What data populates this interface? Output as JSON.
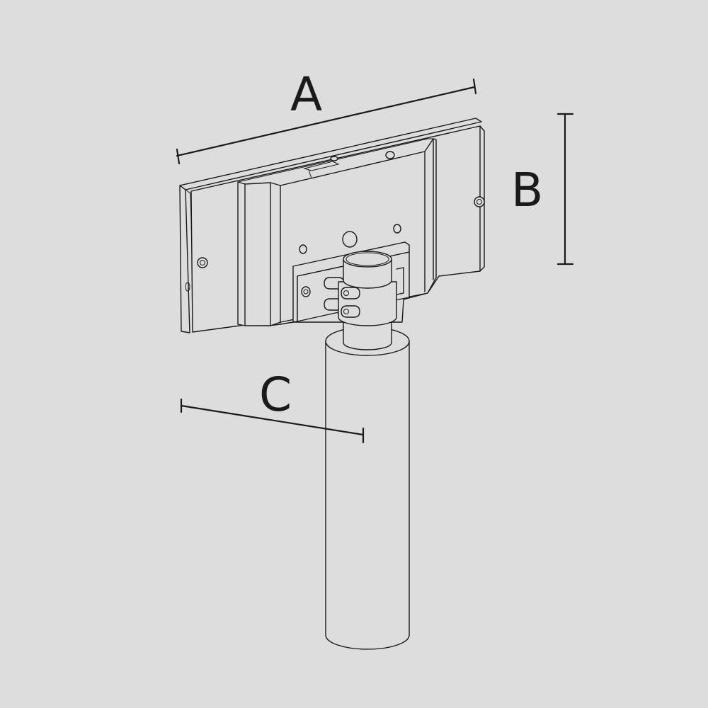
{
  "background_color": "#dddddd",
  "line_color": "#1a1a1a",
  "dimensions": {
    "a": {
      "label": "A"
    },
    "b": {
      "label": "B"
    },
    "c": {
      "label": "C"
    }
  }
}
